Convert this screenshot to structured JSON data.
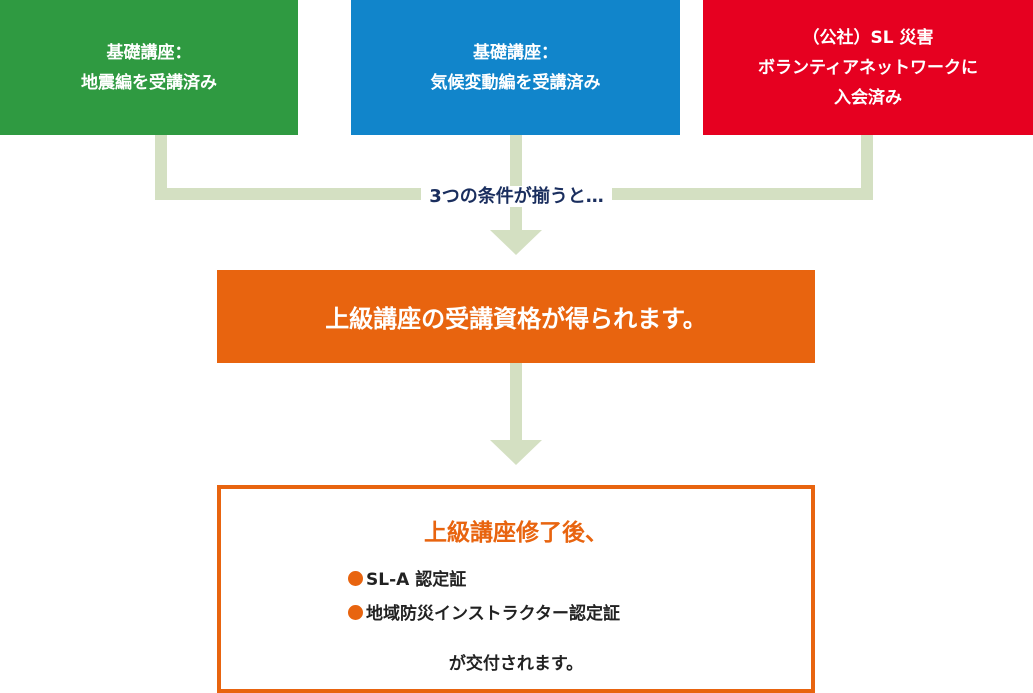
{
  "conditions": [
    {
      "lines": [
        "基礎講座：",
        "地震編を受講済み"
      ],
      "color": "#2f9a41"
    },
    {
      "lines": [
        "基礎講座：",
        "気候変動編を受講済み"
      ],
      "color": "#1185cb"
    },
    {
      "lines": [
        "（公社）SL 災害",
        "ボランティアネットワークに",
        "入会済み"
      ],
      "color": "#e60020"
    }
  ],
  "connector_label": "3つの条件が揃うと…",
  "result": "上級講座の受講資格が得られます。",
  "final": {
    "title": "上級講座修了後、",
    "items": [
      "SL-A 認定証",
      "地域防災インストラクター認定証"
    ],
    "footer": "が交付されます。"
  }
}
